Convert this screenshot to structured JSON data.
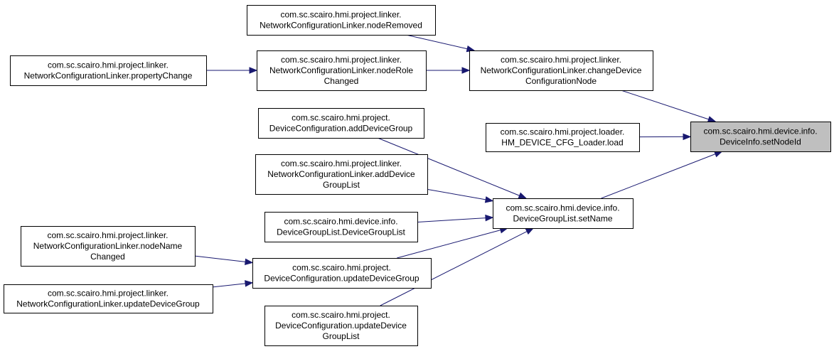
{
  "colors": {
    "edge": "#191970",
    "node_border": "#000000",
    "node_fill": "#ffffff",
    "focus_fill": "#bfbfbf"
  },
  "nodes": [
    {
      "id": "setNodeId",
      "focus": true,
      "lines": [
        "com.sc.scairo.hmi.device.info.",
        "DeviceInfo.setNodeId"
      ]
    },
    {
      "id": "changeDeviceConfigurationNode",
      "lines": [
        "com.sc.scairo.hmi.project.linker.",
        "NetworkConfigurationLinker.changeDevice",
        "ConfigurationNode"
      ]
    },
    {
      "id": "nodeRemoved",
      "lines": [
        "com.sc.scairo.hmi.project.linker.",
        "NetworkConfigurationLinker.nodeRemoved"
      ]
    },
    {
      "id": "nodeRoleChanged",
      "lines": [
        "com.sc.scairo.hmi.project.linker.",
        "NetworkConfigurationLinker.nodeRole",
        "Changed"
      ]
    },
    {
      "id": "propertyChange",
      "lines": [
        "com.sc.scairo.hmi.project.linker.",
        "NetworkConfigurationLinker.propertyChange"
      ]
    },
    {
      "id": "loaderLoad",
      "lines": [
        "com.sc.scairo.hmi.project.loader.",
        "HM_DEVICE_CFG_Loader.load"
      ]
    },
    {
      "id": "setName",
      "lines": [
        "com.sc.scairo.hmi.device.info.",
        "DeviceGroupList.setName"
      ]
    },
    {
      "id": "addDeviceGroup",
      "lines": [
        "com.sc.scairo.hmi.project.",
        "DeviceConfiguration.addDeviceGroup"
      ]
    },
    {
      "id": "addDeviceGroupList",
      "lines": [
        "com.sc.scairo.hmi.project.linker.",
        "NetworkConfigurationLinker.addDevice",
        "GroupList"
      ]
    },
    {
      "id": "deviceGroupListCtor",
      "lines": [
        "com.sc.scairo.hmi.device.info.",
        "DeviceGroupList.DeviceGroupList"
      ]
    },
    {
      "id": "updateDeviceGroup",
      "lines": [
        "com.sc.scairo.hmi.project.",
        "DeviceConfiguration.updateDeviceGroup"
      ]
    },
    {
      "id": "updateDeviceGroupList",
      "lines": [
        "com.sc.scairo.hmi.project.",
        "DeviceConfiguration.updateDevice",
        "GroupList"
      ]
    },
    {
      "id": "nodeNameChanged",
      "lines": [
        "com.sc.scairo.hmi.project.linker.",
        "NetworkConfigurationLinker.nodeName",
        "Changed"
      ]
    },
    {
      "id": "linkerUpdateDeviceGroup",
      "lines": [
        "com.sc.scairo.hmi.project.linker.",
        "NetworkConfigurationLinker.updateDeviceGroup"
      ]
    }
  ],
  "edges": [
    {
      "from": "changeDeviceConfigurationNode",
      "to": "setNodeId"
    },
    {
      "from": "loaderLoad",
      "to": "setNodeId"
    },
    {
      "from": "setName",
      "to": "setNodeId"
    },
    {
      "from": "nodeRemoved",
      "to": "changeDeviceConfigurationNode"
    },
    {
      "from": "nodeRoleChanged",
      "to": "changeDeviceConfigurationNode"
    },
    {
      "from": "propertyChange",
      "to": "nodeRoleChanged"
    },
    {
      "from": "addDeviceGroup",
      "to": "setName"
    },
    {
      "from": "addDeviceGroupList",
      "to": "setName"
    },
    {
      "from": "deviceGroupListCtor",
      "to": "setName"
    },
    {
      "from": "updateDeviceGroup",
      "to": "setName"
    },
    {
      "from": "updateDeviceGroupList",
      "to": "setName"
    },
    {
      "from": "nodeNameChanged",
      "to": "updateDeviceGroup"
    },
    {
      "from": "linkerUpdateDeviceGroup",
      "to": "updateDeviceGroup"
    }
  ]
}
